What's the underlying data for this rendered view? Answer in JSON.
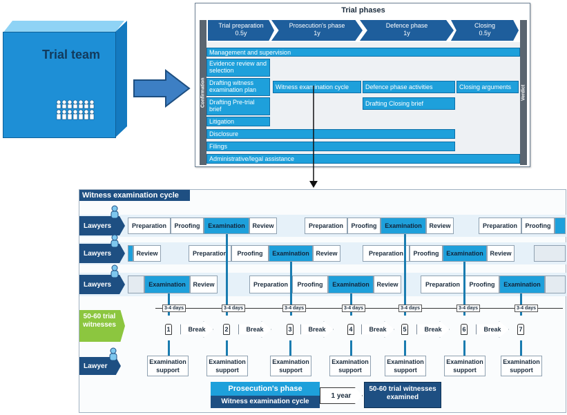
{
  "team": {
    "title": "Trial team"
  },
  "phases": {
    "title": "Trial phases",
    "headers": [
      {
        "label": "Trial preparation",
        "duration": "0.5y"
      },
      {
        "label": "Prosecution's phase",
        "duration": "1y"
      },
      {
        "label": "Defence phase",
        "duration": "1y"
      },
      {
        "label": "Closing",
        "duration": "0.5y"
      }
    ],
    "left_label": "Confirmation",
    "right_label": "Verdict",
    "bars": {
      "management": "Management and supervision",
      "evidence": "Evidence review and selection",
      "drafting_witness": "Drafting witness examination plan",
      "drafting_pretrial": "Drafting Pre-trial brief",
      "litigation": "Litigation",
      "disclosure": "Disclosure",
      "filings": "Filings",
      "admin": "Administrative/legal assistance",
      "wec": "Witness examination cycle",
      "defence_activities": "Defence phase activities",
      "closing_args": "Closing arguments",
      "closing_brief": "Drafting Closing brief"
    }
  },
  "wec": {
    "title": "Witness examination cycle",
    "lanes": [
      "Lawyers",
      "Lawyers",
      "Lawyers"
    ],
    "witness_label": "50-60 trial witnesses",
    "lawyer_label": "Lawyer",
    "steps": {
      "preparation": "Preparation",
      "proofing": "Proofing",
      "examination": "Examination",
      "review": "Review"
    },
    "days": "3-4 days",
    "break": "Break",
    "witness_numbers": [
      "1",
      "2",
      "3",
      "4",
      "5",
      "6",
      "7"
    ],
    "support": "Examination support",
    "legend": {
      "phase": "Prosecution's phase",
      "cycle": "Witness examination cycle",
      "duration": "1 year",
      "result": "50-60 trial witnesses examined"
    }
  },
  "colors": {
    "dark_blue": "#1e4f82",
    "light_blue": "#1ea0db",
    "green": "#8cc63f"
  }
}
